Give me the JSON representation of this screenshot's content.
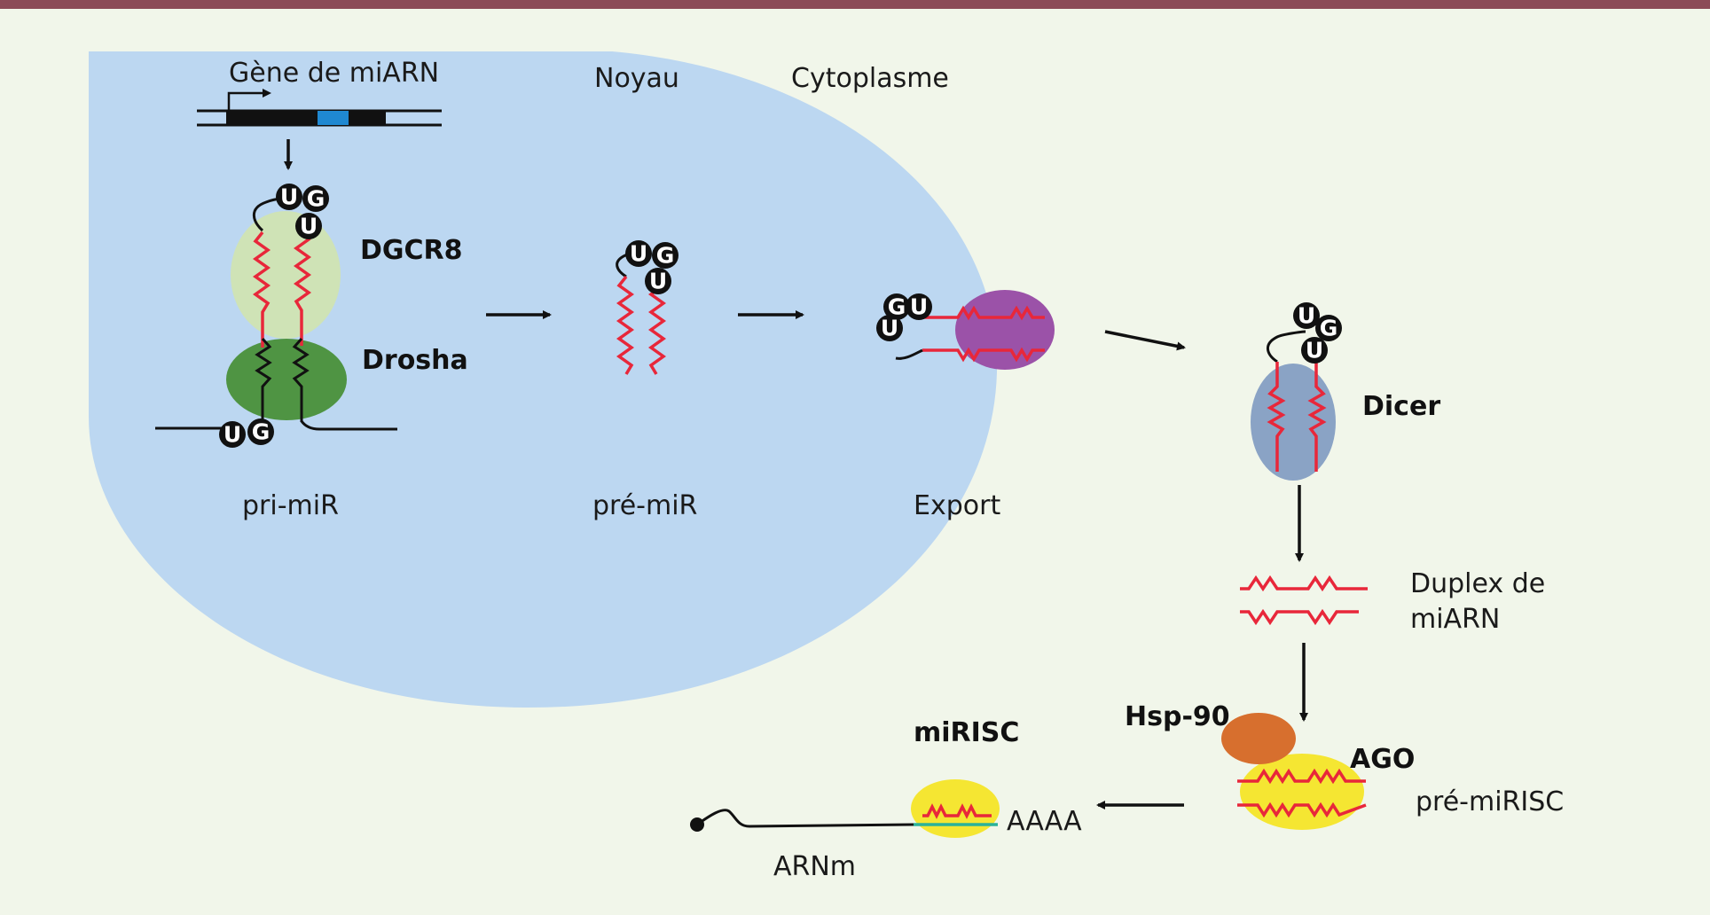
{
  "colors": {
    "background": "#f1f6ea",
    "top_bar": "#8c4b57",
    "nucleus": "#bcd7f1",
    "dgcr8": "#cfe3b6",
    "drosha": "#4f9443",
    "exportin": "#9b52a8",
    "dicer": "#8aa3c5",
    "ago_complex": "#f5e632",
    "hsp90": "#d76f2e",
    "rna_strand": "#e8273a",
    "gene_exon": "#1f88d1",
    "mrna_tail": "#2ab29a"
  },
  "labels": {
    "gene": "Gène de miARN",
    "nucleus": "Noyau",
    "cytoplasm": "Cytoplasme",
    "dgcr8": "DGCR8",
    "drosha": "Drosha",
    "pri_mir": "pri-miR",
    "pre_mir": "pré-miR",
    "export": "Export",
    "dicer": "Dicer",
    "duplex_line1": "Duplex de",
    "duplex_line2": "miARN",
    "hsp90": "Hsp-90",
    "ago": "AGO",
    "pre_mirisc": "pré-miRISC",
    "mirisc": "miRISC",
    "polya": "AAAA",
    "mrna": "ARNm"
  },
  "nucleotides": {
    "u": "U",
    "g": "G"
  }
}
